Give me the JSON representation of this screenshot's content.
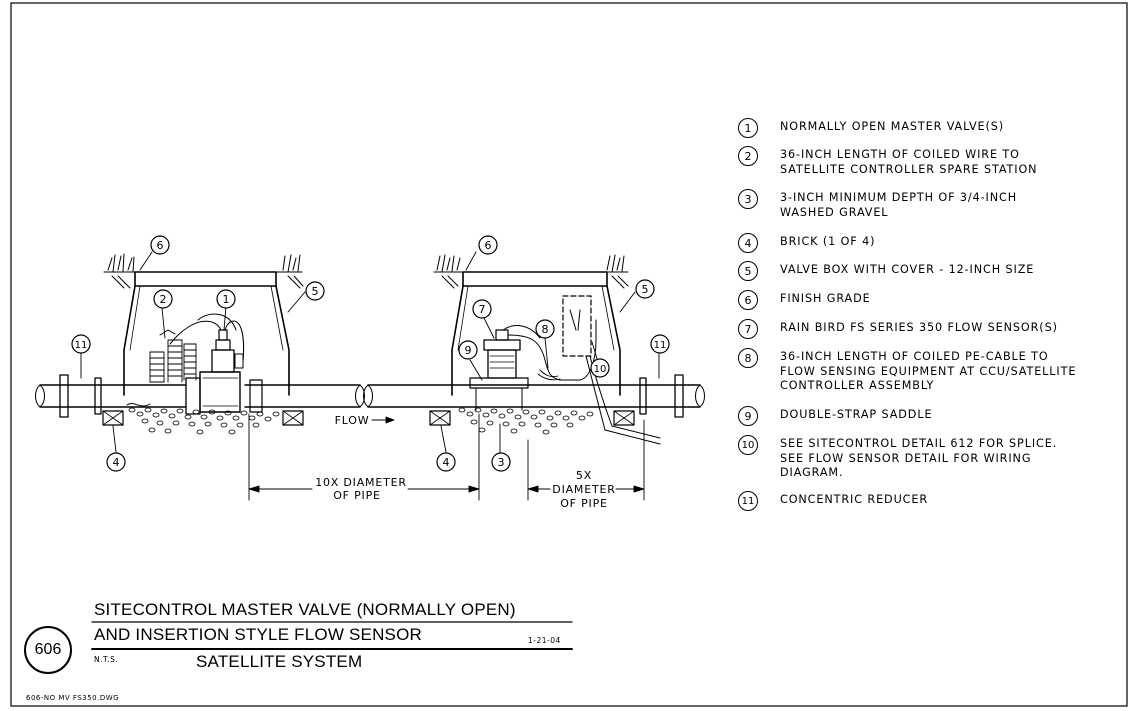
{
  "legend": [
    {
      "num": "1",
      "text": "NORMALLY OPEN MASTER VALVE(S)"
    },
    {
      "num": "2",
      "text": "36-INCH LENGTH OF COILED WIRE TO\nSATELLITE CONTROLLER SPARE STATION"
    },
    {
      "num": "3",
      "text": "3-INCH MINIMUM DEPTH OF 3/4-INCH\nWASHED GRAVEL"
    },
    {
      "num": "4",
      "text": "BRICK (1 OF 4)"
    },
    {
      "num": "5",
      "text": "VALVE BOX WITH COVER - 12-INCH SIZE"
    },
    {
      "num": "6",
      "text": "FINISH GRADE"
    },
    {
      "num": "7",
      "text": "RAIN BIRD FS SERIES 350 FLOW SENSOR(S)"
    },
    {
      "num": "8",
      "text": "36-INCH LENGTH OF COILED PE-CABLE TO\nFLOW SENSING EQUIPMENT AT CCU/SATELLITE\nCONTROLLER ASSEMBLY"
    },
    {
      "num": "9",
      "text": "DOUBLE-STRAP SADDLE"
    },
    {
      "num": "10",
      "text": "SEE SITECONTROL DETAIL 612 FOR SPLICE.\nSEE FLOW SENSOR DETAIL FOR WIRING\nDIAGRAM."
    },
    {
      "num": "11",
      "text": "CONCENTRIC REDUCER"
    }
  ],
  "callouts": {
    "c1": "1",
    "c2": "2",
    "c3": "3",
    "c4a": "4",
    "c4b": "4",
    "c5a": "5",
    "c5b": "5",
    "c6a": "6",
    "c6b": "6",
    "c7": "7",
    "c8": "8",
    "c9": "9",
    "c10": "10",
    "c11a": "11",
    "c11b": "11"
  },
  "dims": {
    "flow": "FLOW",
    "ten_x_line1": "10X DIAMETER",
    "ten_x_line2": "OF PIPE",
    "five_x_line1": "5X",
    "five_x_line2": "DIAMETER",
    "five_x_line3": "OF PIPE"
  },
  "title": {
    "line1": "SITECONTROL  MASTER VALVE (NORMALLY OPEN)",
    "line2": "AND INSERTION STYLE FLOW SENSOR",
    "line3": "SATELLITE SYSTEM",
    "detail_number": "606",
    "scale": "N.T.S.",
    "date": "1-21-04",
    "filename": "606-NO MV FS350.DWG"
  }
}
